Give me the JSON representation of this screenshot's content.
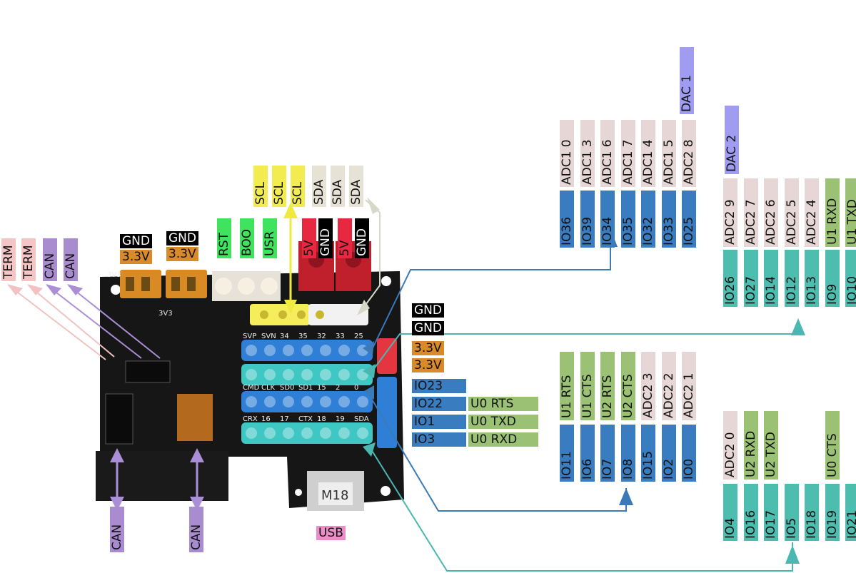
{
  "colors": {
    "gray": "#e6d6d6",
    "blue": "#3a7cc0",
    "teal": "#4dbdb0",
    "green": "#9bc274",
    "pink": "#f3c5c5",
    "purple": "#a98bd0",
    "yellow": "#f2ec50",
    "black": "#000000",
    "orange": "#d98a2b",
    "lime": "#3fe35e",
    "red": "#e72840",
    "usb": "#ec8fc9",
    "dac": "#9f9cf2",
    "arrow_blue": "#3a7ab8",
    "arrow_teal": "#4ab7b0",
    "arrow_pink": "#f2c2c2",
    "arrow_purple": "#ab8fd6",
    "arrow_yellow": "#f0ea40",
    "arrow_white": "#dcdccc"
  },
  "left_labels": [
    "TERM",
    "TERM",
    "CAN",
    "CAN"
  ],
  "bottom_can_labels": [
    "CAN",
    "CAN"
  ],
  "top_power": [
    {
      "top": "GND",
      "bottom": "3.3V"
    },
    {
      "top": "GND",
      "bottom": "3.3V"
    }
  ],
  "buttons": [
    "RST",
    "BOO",
    "USR"
  ],
  "power_pins": [
    "5V",
    "GND",
    "5V",
    "GND"
  ],
  "i2c": {
    "scl": [
      "SCL",
      "SCL",
      "SCL"
    ],
    "sda": [
      "SDA",
      "SDA",
      "SDA"
    ]
  },
  "right_side_power": [
    "GND",
    "GND",
    "3.3V",
    "3.3V"
  ],
  "uart_pins": [
    {
      "io": "IO23",
      "fn": ""
    },
    {
      "io": "IO22",
      "fn": "U0 RTS"
    },
    {
      "io": "IO1",
      "fn": "U0 TXD"
    },
    {
      "io": "IO3",
      "fn": "U0 RXD"
    }
  ],
  "usb_label": "USB",
  "group_top_left": {
    "dac": "DAC 1",
    "fn": [
      "ADC1 0",
      "ADC1 3",
      "ADC1 6",
      "ADC1 7",
      "ADC1 4",
      "ADC1 5",
      "ADC2 8"
    ],
    "io": [
      "IO36",
      "IO39",
      "IO34",
      "IO35",
      "IO32",
      "IO33",
      "IO25"
    ]
  },
  "group_top_right": {
    "dac": "DAC 2",
    "fn": [
      "ADC2 9",
      "ADC2 7",
      "ADC2 6",
      "ADC2 5",
      "ADC2 4",
      "U1 RXD",
      "U1 TXD"
    ],
    "io": [
      "IO26",
      "IO27",
      "IO14",
      "IO12",
      "IO13",
      "IO9",
      "IO10"
    ]
  },
  "group_bottom_left": {
    "fn": [
      "U1 RTS",
      "U1 CTS",
      "U2 RTS",
      "U2 CTS",
      "ADC2 3",
      "ADC2 2",
      "ADC2 1"
    ],
    "io": [
      "IO11",
      "IO6",
      "IO7",
      "IO8",
      "IO15",
      "IO2",
      "IO0"
    ]
  },
  "group_bottom_right": {
    "fn": [
      "ADC2 0",
      "U2 RXD",
      "U2 TXD",
      "",
      "",
      "U0 CTS",
      ""
    ],
    "io": [
      "IO4",
      "IO16",
      "IO17",
      "IO5",
      "IO18",
      "IO19",
      "IO21"
    ]
  },
  "silk": {
    "row1": [
      "SVP",
      "SVN",
      "34",
      "35",
      "32",
      "33",
      "25"
    ],
    "row3": [
      "CMD",
      "CLK",
      "SD0",
      "SD1",
      "15",
      "2",
      "0"
    ],
    "row4": [
      "CRX",
      "16",
      "17",
      "CTX",
      "18",
      "19",
      "SDA"
    ],
    "b3v": "3V3",
    "m18": "M18"
  }
}
